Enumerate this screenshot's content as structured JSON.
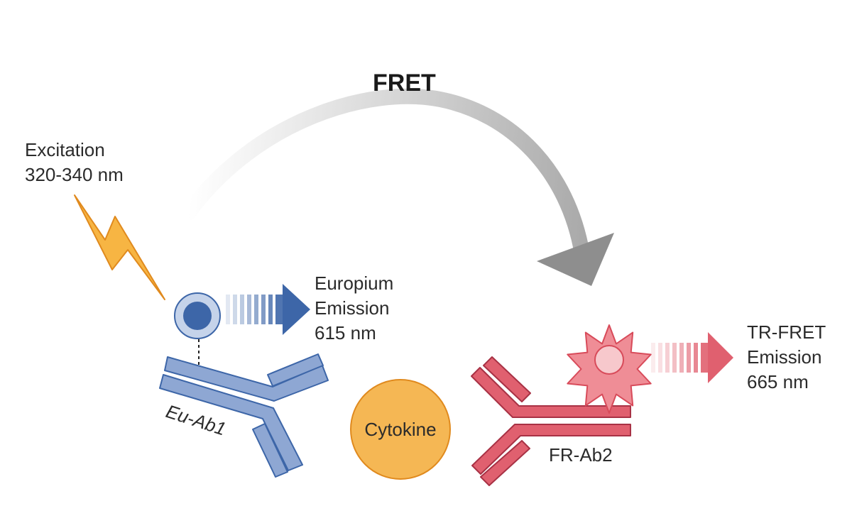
{
  "fret": {
    "title": "FRET"
  },
  "excitation": {
    "line1": "Excitation",
    "line2": "320-340 nm"
  },
  "europium": {
    "line1": "Europium",
    "line2": "Emission",
    "line3": "615 nm"
  },
  "trfret": {
    "line1": "TR-FRET",
    "line2": "Emission",
    "line3": "665 nm"
  },
  "antibodies": {
    "eu_label": "Eu-Ab1",
    "fr_label": "FR-Ab2"
  },
  "cytokine": {
    "label": "Cytokine"
  },
  "colors": {
    "europium_blue": "#3d66a8",
    "antibody_blue": "#8ea7d3",
    "acceptor_red": "#e0606f",
    "cytokine_orange": "#f5b754",
    "lightning_yellow": "#f7b543",
    "arrow_gray": "#8e8e8e"
  }
}
